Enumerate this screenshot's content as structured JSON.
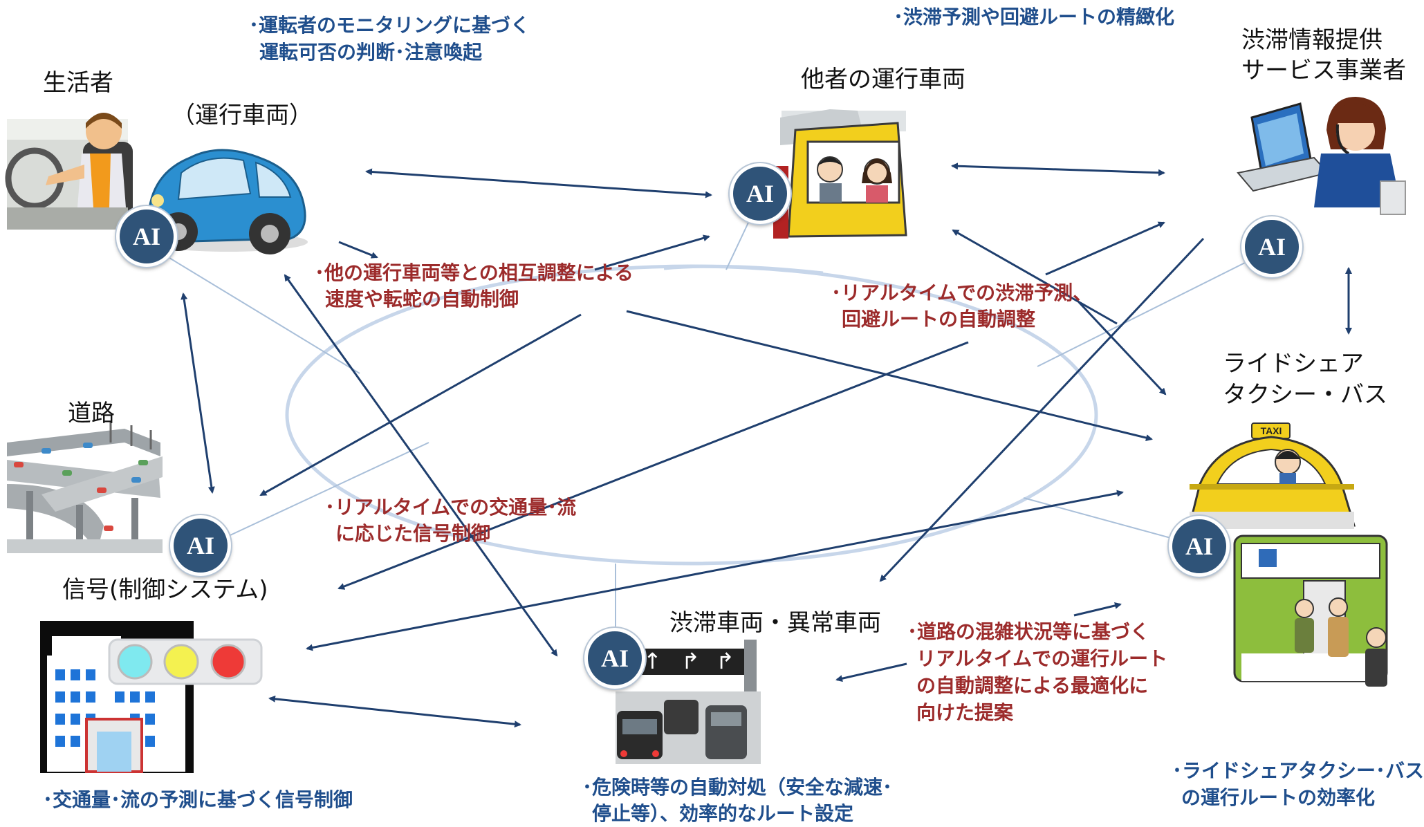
{
  "labels": {
    "citizen": "生活者",
    "own_vehicle": "（運行車両）",
    "other_vehicles": "他者の運行車両",
    "traffic_info_provider_1": "渋滞情報提供",
    "traffic_info_provider_2": "サービス事業者",
    "road": "道路",
    "signal": "信号(制御システム)",
    "rideshare_1": "ライドシェア",
    "rideshare_2": "タクシー・バス",
    "congested_vehicles": "渋滞車両・異常車両"
  },
  "notes_blue": {
    "driver_monitoring_1": "･運転者のモニタリングに基づく",
    "driver_monitoring_2": "運転可否の判断･注意喚起",
    "congestion_prediction": "･渋滞予測や回避ルートの精緻化",
    "signal_control": "･交通量･流の予測に基づく信号制御",
    "danger_response_1": "･危険時等の自動対処（安全な減速･",
    "danger_response_2": "停止等）、効率的なルート設定",
    "rideshare_efficiency_1": "･ライドシェアタクシー･バス",
    "rideshare_efficiency_2": "の運行ルートの効率化"
  },
  "notes_red": {
    "mutual_adjust_1": "･他の運行車両等との相互調整による",
    "mutual_adjust_2": "速度や転蛇の自動制御",
    "realtime_congestion_1": "･リアルタイムでの渋滞予測、",
    "realtime_congestion_2": "回避ルートの自動調整",
    "realtime_signal_1": "･リアルタイムでの交通量･流",
    "realtime_signal_2": "に応じた信号制御",
    "route_proposal_1": "･道路の混雑状況等に基づく",
    "route_proposal_2": "リアルタイムでの運行ルート",
    "route_proposal_3": "の自動調整による最適化に",
    "route_proposal_4": "向けた提案"
  },
  "ai_badge_text": "AI",
  "road_sign_arrows": [
    "↑",
    "↱",
    "↱"
  ],
  "taxi_sign": "TAXI",
  "colors": {
    "arrow": "#1f3f6e",
    "ellipse": "#c7d6ea",
    "thin_line": "#a9bfd9",
    "note_blue": "#1f4e8c",
    "note_red": "#9c2b2b",
    "ai_badge": "#2f5378"
  }
}
